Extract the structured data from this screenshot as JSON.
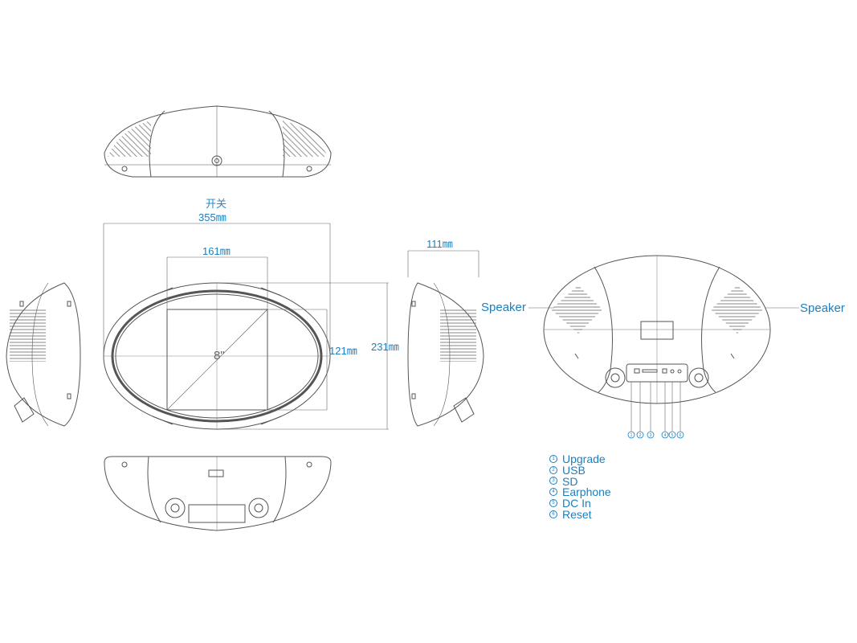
{
  "dimensions": {
    "switch_label": "开关",
    "width": "355㎜",
    "screen_width": "161㎜",
    "screen_height": "121㎜",
    "height": "231㎜",
    "depth": "111㎜",
    "screen_size": "8\""
  },
  "speaker_labels": {
    "left": "Speaker",
    "right": "Speaker"
  },
  "port_markers": [
    "1",
    "2",
    "3",
    "4",
    "5",
    "6"
  ],
  "legend": [
    {
      "num": "1",
      "label": "Upgrade"
    },
    {
      "num": "2",
      "label": "USB"
    },
    {
      "num": "3",
      "label": "SD"
    },
    {
      "num": "4",
      "label": "Earphone"
    },
    {
      "num": "5",
      "label": "DC In"
    },
    {
      "num": "6",
      "label": "Reset"
    }
  ],
  "colors": {
    "line": "#555555",
    "dimension": "#1a7fc0"
  }
}
